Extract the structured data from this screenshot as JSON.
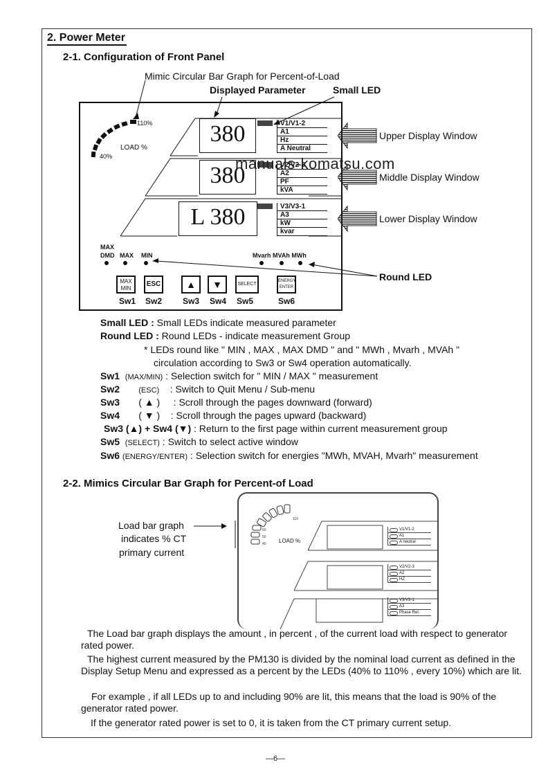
{
  "section_title": "2. Power Meter",
  "sub1_title": "2-1. Configuration of Front Panel",
  "callouts": {
    "mimic": "Mimic Circular Bar Graph for Percent-of-Load",
    "displayed_param": "Displayed Parameter",
    "small_led": "Small  LED",
    "upper_window": "Upper Display Window",
    "middle_window": "Middle Display Window",
    "lower_window": "Lower Display Window",
    "round_led": "Round LED"
  },
  "watermark": "manuals-komatsu.com",
  "panel": {
    "pct_110": "110%",
    "pct_40": "40%",
    "load_pct": "LOAD %",
    "upper_value": "380",
    "middle_value": "380",
    "lower_value": "L 380",
    "upper_leds": [
      "V1/V1-2",
      "A1",
      "Hz",
      "A Neutral"
    ],
    "middle_leds": [
      "V2/V2-3",
      "A2",
      "PF",
      "kVA"
    ],
    "lower_leds": [
      "V3/V3-1",
      "A3",
      "kW",
      "kvar"
    ],
    "round_left_1": "MAX",
    "round_left_2": "DMD",
    "round_left_3": "MAX",
    "round_left_4": "MIN",
    "round_right": "Mvarh MVAh MWh",
    "buttons": {
      "sw1": "MAX MIN",
      "sw2": "ESC",
      "sw3": "▲",
      "sw4": "▼",
      "sw5": "SELECT",
      "sw6": "ENERGY ENTER"
    },
    "sw_labels": [
      "Sw1",
      "Sw2",
      "Sw3",
      "Sw4",
      "Sw5",
      "Sw6"
    ]
  },
  "descriptions": {
    "small_led_k": "Small LED :",
    "small_led_v": " Small LEDs indicate measured parameter",
    "round_led_k": "Round LED :",
    "round_led_v": " Round LEDs - indicate measurement Group",
    "note1": "*  LEDs round like  \" MIN , MAX , MAX  DMD \"  and \" MWh , Mvarh , MVAh \"",
    "note2": "circulation according to Sw3 or Sw4 operation automatically.",
    "sw1_k": "Sw1",
    "sw1_p": "(MAX/MIN)",
    "sw1_v": ": Selection switch for \" MIN / MAX \" measurement",
    "sw2_k": "Sw2",
    "sw2_p": "(ESC)",
    "sw2_v": ": Switch to Quit Menu / Sub-menu",
    "sw3_k": "Sw3",
    "sw3_p": "( ▲ )",
    "sw3_v": ":  Scroll through the pages downward (forward)",
    "sw4_k": "Sw4",
    "sw4_p": "( ▼ )",
    "sw4_v": ": Scroll through the pages upward (backward)",
    "sw34_k": "Sw3 (▲) + Sw4 (▼)",
    "sw34_v": " : Return to the first page within current measurement group",
    "sw5_k": "Sw5",
    "sw5_p": "(SELECT)",
    "sw5_v": " : Switch to select active window",
    "sw6_k": "Sw6",
    "sw6_p": "(ENERGY/ENTER)",
    "sw6_v": " : Selection switch for energies  \"MWh, MVAH, Mvarh\" measurement"
  },
  "sub2_title": "2-2.  Mimics Circular Bar Graph for Percent-of Load",
  "load_caption": [
    "Load bar graph",
    "indicates % CT",
    "primary current"
  ],
  "mini": {
    "load_pct": "LOAD %",
    "upper_leds": [
      "V1/V1-2",
      "A1",
      "A neutral"
    ],
    "middle_leds": [
      "V2/V2-3",
      "A2",
      "HZ"
    ],
    "lower_leds": [
      "V3/V3-1",
      "A3",
      "Phase Rel."
    ]
  },
  "paragraphs": [
    "The Load bar graph displays the amount , in percent , of the current load with respect to generator rated power.",
    "The highest current measured by the PM130 is divided by the nominal load current as defined in the Display Setup Menu and expressed as a percent by the LEDs (40% to 110% , every 10%) which are lit.",
    "For example , if all LEDs up to and including 90% are lit, this means that the load is 90% of the generator rated power.",
    "If the generator rated power is set to 0,  it is taken from the CT primary current setup."
  ],
  "page_number": "—6—"
}
